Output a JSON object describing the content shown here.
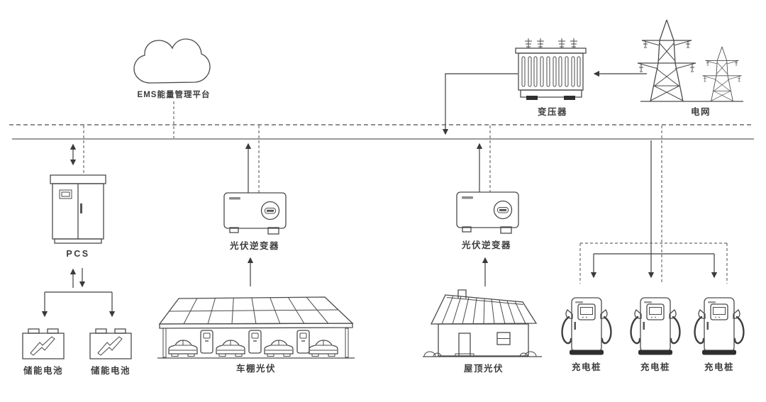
{
  "labels": {
    "ems": "EMS能量管理平台",
    "pcs": "PCS",
    "battery_1": "储能电池",
    "battery_2": "储能电池",
    "inverter_1": "光伏逆变器",
    "inverter_2": "光伏逆变器",
    "carport_pv": "车棚光伏",
    "rooftop_pv": "屋顶光伏",
    "transformer": "变压器",
    "grid": "电网",
    "charger_1": "充电桩",
    "charger_2": "充电桩",
    "charger_3": "充电桩"
  },
  "colors": {
    "outline": "#4a4a4a",
    "power_bus": "#9b9b9b",
    "comm_bus": "#6b6b6b",
    "arrow": "#3a3a3a",
    "dark_fill": "#2e2e2e",
    "text": "#3c3c3c",
    "background": "#ffffff"
  }
}
